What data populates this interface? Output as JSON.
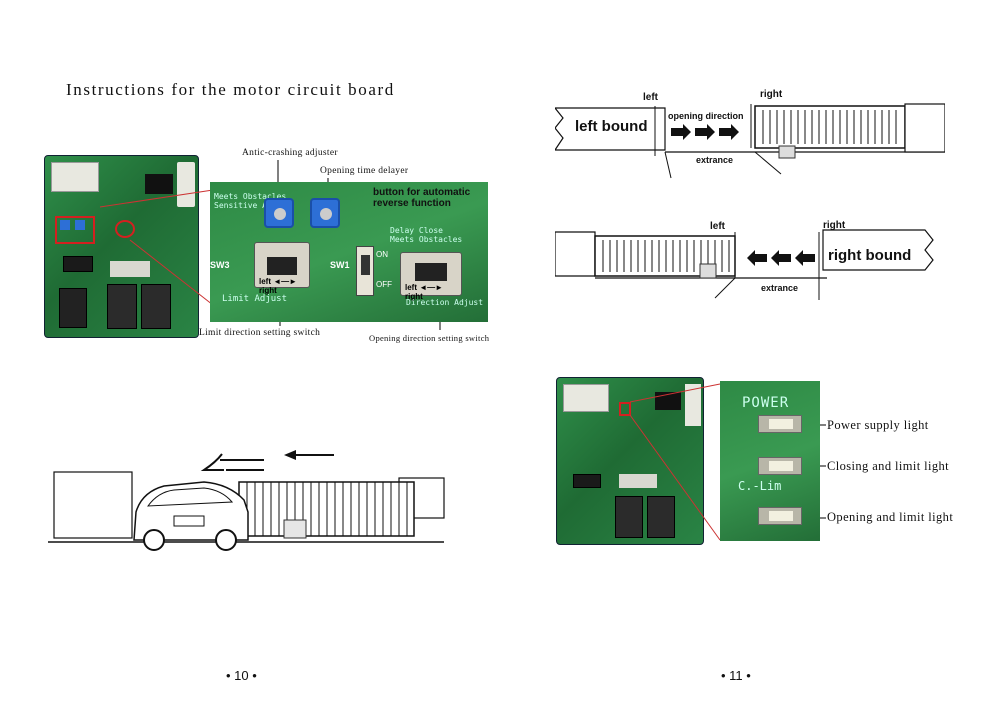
{
  "left_page": {
    "title": "Instructions for the motor circuit board",
    "labels": {
      "anti_crash": "Antic-crashing adjuster",
      "opening_time": "Opening time delayer",
      "auto_reverse": "button for automatic reverse function",
      "limit_switch": "Limit direction setting switch",
      "opening_switch": "Opening direction setting switch"
    },
    "board_text": {
      "meets_obstacles": "Meets Obstacles",
      "sensitive_adjust": "Sensitive Adjust",
      "delay_close": "Delay Close",
      "meets_obstacles_2": "Meets Obstacles",
      "sw3": "SW3",
      "sw1": "SW1",
      "left": "left",
      "right": "right",
      "on": "ON",
      "off": "OFF",
      "limit_adjust": "Limit Adjust",
      "direction_adjust": "Direction Adjust"
    },
    "page_number": "• 10 •"
  },
  "right_page": {
    "diagram1": {
      "left": "left",
      "right": "right",
      "bound": "left bound",
      "opening_direction": "opening direction",
      "extrance": "extrance"
    },
    "diagram2": {
      "left": "left",
      "right": "right",
      "bound": "right bound",
      "extrance": "extrance"
    },
    "lights": {
      "power_text": "POWER",
      "climit_text": "C.-Lim",
      "power": "Power supply light",
      "closing": "Closing and limit light",
      "opening": "Opening and limit light"
    },
    "page_number": "• 11 •"
  },
  "colors": {
    "board_green": "#2a8445",
    "highlight_red": "#d42020",
    "pot_blue": "#2d6fd6"
  }
}
